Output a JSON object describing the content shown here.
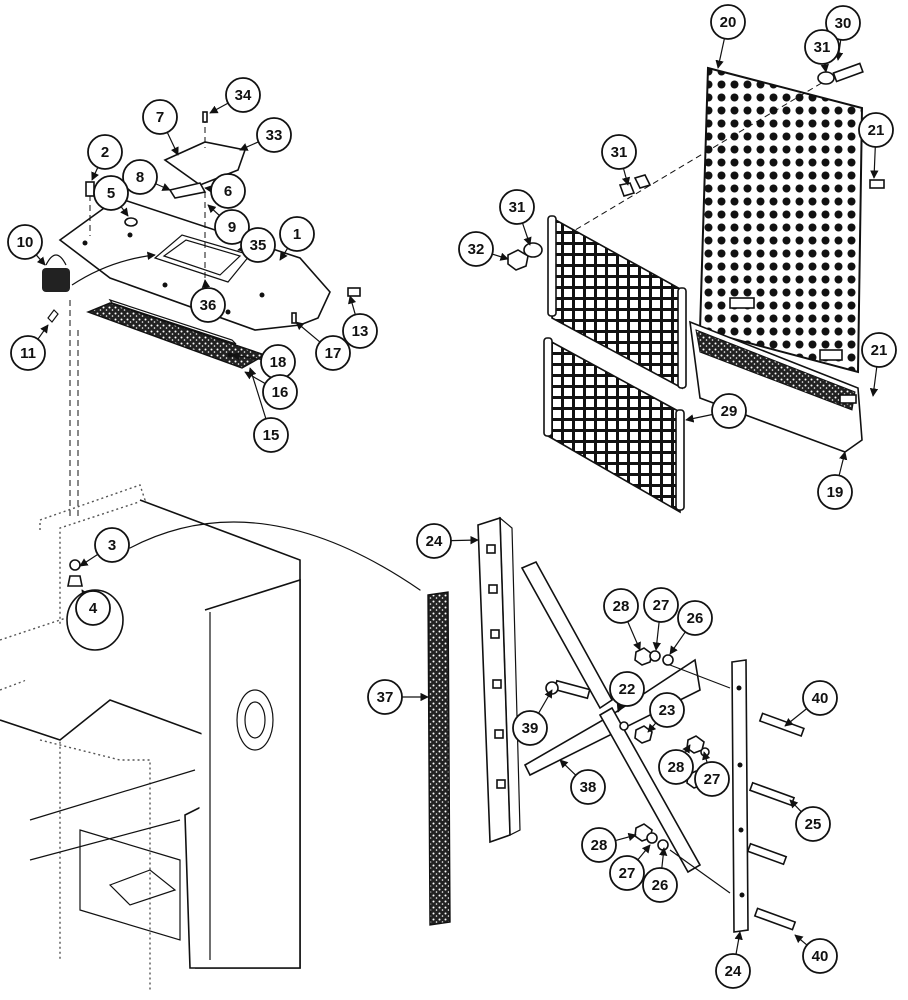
{
  "callouts": [
    {
      "id": "c20",
      "label": "20"
    },
    {
      "id": "c30",
      "label": "30"
    },
    {
      "id": "c31a",
      "label": "31"
    },
    {
      "id": "c34",
      "label": "34"
    },
    {
      "id": "c7",
      "label": "7"
    },
    {
      "id": "c33",
      "label": "33"
    },
    {
      "id": "c2",
      "label": "2"
    },
    {
      "id": "c8",
      "label": "8"
    },
    {
      "id": "c6",
      "label": "6"
    },
    {
      "id": "c5",
      "label": "5"
    },
    {
      "id": "c9",
      "label": "9"
    },
    {
      "id": "c1",
      "label": "1"
    },
    {
      "id": "c10",
      "label": "10"
    },
    {
      "id": "c35",
      "label": "35"
    },
    {
      "id": "c36",
      "label": "36"
    },
    {
      "id": "c13",
      "label": "13"
    },
    {
      "id": "c17",
      "label": "17"
    },
    {
      "id": "c11",
      "label": "11"
    },
    {
      "id": "c18",
      "label": "18"
    },
    {
      "id": "c16",
      "label": "16"
    },
    {
      "id": "c15",
      "label": "15"
    },
    {
      "id": "c31b",
      "label": "31"
    },
    {
      "id": "c31c",
      "label": "31"
    },
    {
      "id": "c32",
      "label": "32"
    },
    {
      "id": "c21a",
      "label": "21"
    },
    {
      "id": "c21b",
      "label": "21"
    },
    {
      "id": "c29",
      "label": "29"
    },
    {
      "id": "c19",
      "label": "19"
    },
    {
      "id": "c3",
      "label": "3"
    },
    {
      "id": "c4",
      "label": "4"
    },
    {
      "id": "c24a",
      "label": "24"
    },
    {
      "id": "c28a",
      "label": "28"
    },
    {
      "id": "c27a",
      "label": "27"
    },
    {
      "id": "c26a",
      "label": "26"
    },
    {
      "id": "c37",
      "label": "37"
    },
    {
      "id": "c22",
      "label": "22"
    },
    {
      "id": "c23",
      "label": "23"
    },
    {
      "id": "c39",
      "label": "39"
    },
    {
      "id": "c40a",
      "label": "40"
    },
    {
      "id": "c28b",
      "label": "28"
    },
    {
      "id": "c27b",
      "label": "27"
    },
    {
      "id": "c25",
      "label": "25"
    },
    {
      "id": "c38",
      "label": "38"
    },
    {
      "id": "c28c",
      "label": "28"
    },
    {
      "id": "c27c",
      "label": "27"
    },
    {
      "id": "c26b",
      "label": "26"
    },
    {
      "id": "c40b",
      "label": "40"
    },
    {
      "id": "c24b",
      "label": "24"
    }
  ]
}
